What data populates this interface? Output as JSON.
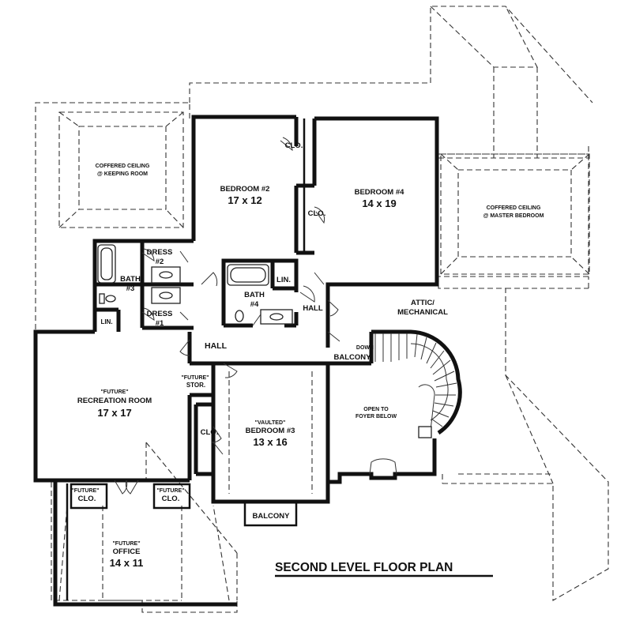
{
  "plan_title": "SECOND LEVEL FLOOR PLAN",
  "rooms": {
    "coffered_keeping": [
      "COFFERED CEILING",
      "@ KEEPING ROOM"
    ],
    "coffered_master": [
      "COFFERED CEILING",
      "@ MASTER BEDROOM"
    ],
    "bedroom2": {
      "name": "BEDROOM #2",
      "size": "17 x 12"
    },
    "bedroom4": {
      "name": "BEDROOM #4",
      "size": "14 x 19"
    },
    "bedroom3": {
      "note": "\"VAULTED\"",
      "name": "BEDROOM #3",
      "size": "13 x 16"
    },
    "recreation": {
      "note": "\"FUTURE\"",
      "name": "RECREATION ROOM",
      "size": "17 x 17"
    },
    "office": {
      "note": "\"FUTURE\"",
      "name": "OFFICE",
      "size": "14 x 11"
    },
    "bath3": [
      "BATH",
      "#3"
    ],
    "bath4": [
      "BATH",
      "#4"
    ],
    "dress2": [
      "DRESS",
      "#2"
    ],
    "dress1": [
      "DRESS",
      "#1"
    ],
    "attic": [
      "ATTIC/",
      "MECHANICAL"
    ],
    "open_foyer": [
      "OPEN TO",
      "FOYER BELOW"
    ],
    "future_stor": [
      "\"FUTURE\"",
      "STOR."
    ]
  },
  "labels": {
    "clo": "CLO.",
    "lin": "LIN.",
    "hall": "HALL",
    "down": "DOWN",
    "balcony": "BALCONY",
    "future": "\"FUTURE\""
  }
}
